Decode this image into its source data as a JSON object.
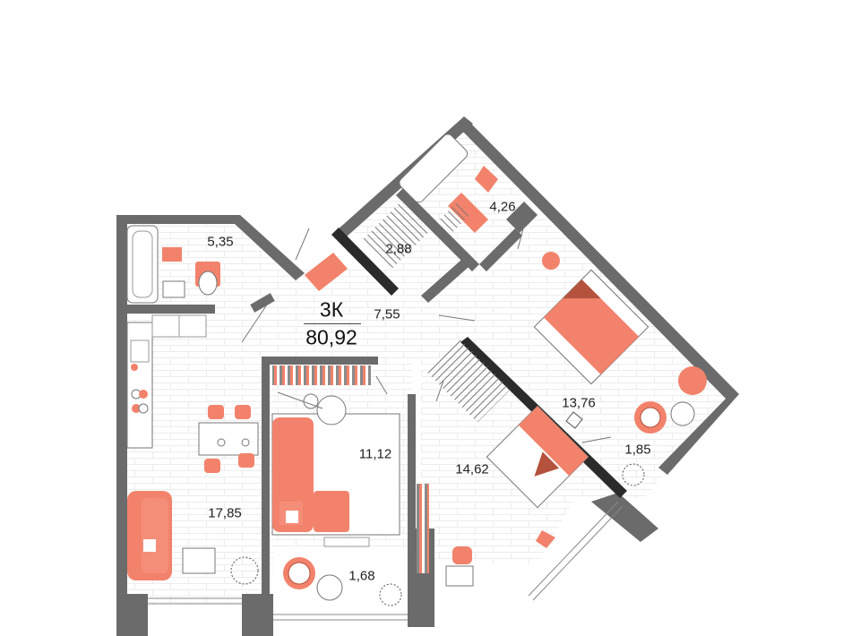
{
  "apartment": {
    "type_label": "3К",
    "total_area": "80,92"
  },
  "rooms": [
    {
      "id": "bath-1",
      "area": "5,35"
    },
    {
      "id": "hall",
      "area": "7,55"
    },
    {
      "id": "wc",
      "area": "2,88"
    },
    {
      "id": "bath-2",
      "area": "4,26"
    },
    {
      "id": "bedroom-1",
      "area": "13,76"
    },
    {
      "id": "balcony-1",
      "area": "1,85"
    },
    {
      "id": "bedroom-2",
      "area": "11,12"
    },
    {
      "id": "bedroom-3",
      "area": "14,62"
    },
    {
      "id": "kitchen-living",
      "area": "17,85"
    },
    {
      "id": "balcony-2",
      "area": "1,68"
    }
  ],
  "colors": {
    "wall": "#6b6b6b",
    "wall_dark": "#2b2b2b",
    "accent": "#f2826b",
    "accent_dark": "#b4523d",
    "outline": "#777777",
    "floor_lines": "#e9e9e9"
  }
}
